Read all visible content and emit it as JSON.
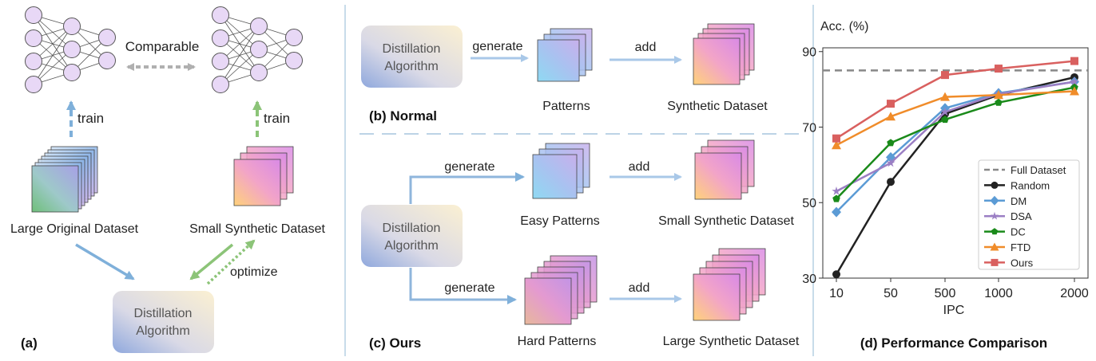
{
  "panel_a": {
    "comparable": "Comparable",
    "train_left": "train",
    "train_right": "train",
    "large_dataset": "Large Original Dataset",
    "small_dataset": "Small Synthetic Dataset",
    "optimize": "optimize",
    "distill_line1": "Distillation",
    "distill_line2": "Algorithm",
    "caption": "(a)"
  },
  "panel_b": {
    "distill_line1": "Distillation",
    "distill_line2": "Algorithm",
    "generate": "generate",
    "add": "add",
    "patterns": "Patterns",
    "synthetic": "Synthetic Dataset",
    "caption": "(b) Normal"
  },
  "panel_c": {
    "distill_line1": "Distillation",
    "distill_line2": "Algorithm",
    "generate_top": "generate",
    "generate_bottom": "generate",
    "add_top": "add",
    "add_bottom": "add",
    "easy": "Easy Patterns",
    "hard": "Hard Patterns",
    "small": "Small Synthetic Dataset",
    "large": "Large Synthetic Dataset",
    "caption": "(c) Ours"
  },
  "panel_d": {
    "caption": "(d) Performance Comparison"
  },
  "chart_data": {
    "type": "line",
    "ylabel": "Acc. (%)",
    "xlabel": "IPC",
    "categories": [
      "10",
      "50",
      "500",
      "1000",
      "2000"
    ],
    "yticks": [
      30,
      50,
      70,
      90
    ],
    "ylim": [
      30,
      91
    ],
    "grid": false,
    "legend_position": "bottom-right",
    "reference": {
      "name": "Full Dataset",
      "value": 85,
      "color": "#888888"
    },
    "series": [
      {
        "name": "Random",
        "color": "#222222",
        "marker": "circle",
        "values": [
          31,
          55.5,
          73.5,
          78.5,
          83.2
        ]
      },
      {
        "name": "DM",
        "color": "#5b9bd5",
        "marker": "diamond",
        "values": [
          47.5,
          62,
          75,
          79,
          82
        ]
      },
      {
        "name": "DSA",
        "color": "#9b7fc4",
        "marker": "star",
        "values": [
          53,
          60.5,
          74,
          78.8,
          82
        ]
      },
      {
        "name": "DC",
        "color": "#1a8a1a",
        "marker": "pentagon",
        "values": [
          51,
          65.8,
          72,
          76.5,
          80.5
        ]
      },
      {
        "name": "FTD",
        "color": "#f08c2a",
        "marker": "triangle",
        "values": [
          65.2,
          72.8,
          78,
          78.5,
          79.5
        ]
      },
      {
        "name": "Ours",
        "color": "#d9605f",
        "marker": "square",
        "values": [
          67,
          76.2,
          83.8,
          85.5,
          87.5
        ]
      }
    ]
  }
}
